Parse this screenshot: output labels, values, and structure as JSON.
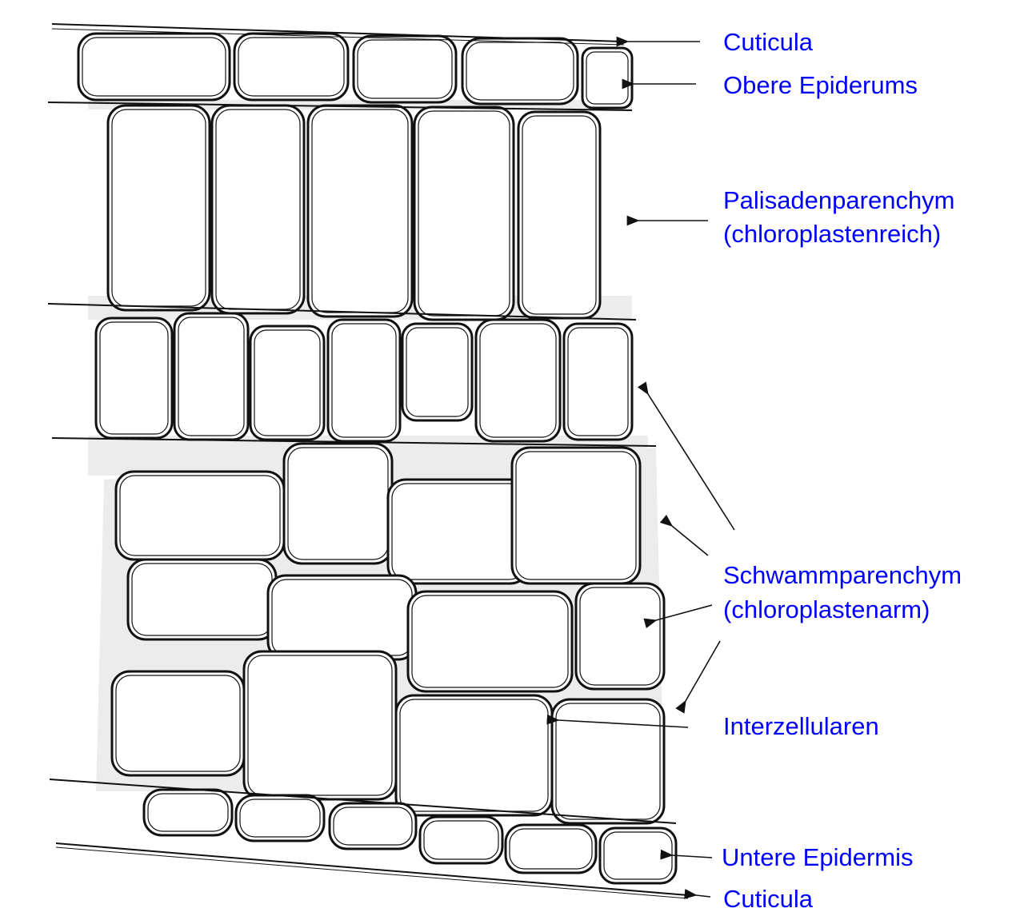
{
  "title": "Leaf cross-section",
  "labels": {
    "cuticula_top": "Cuticula",
    "upper_epidermis": "Obere Epiderums",
    "palisade_1": "Palisadenparenchym",
    "palisade_2": "(chloroplastenreich)",
    "spongy_1": "Schwammparenchym",
    "spongy_2": "(chloroplastenarm)",
    "intercellular": "Interzellularen",
    "lower_epidermis": "Untere Epidermis",
    "cuticula_bottom": "Cuticula"
  },
  "colors": {
    "label": "#0000ff",
    "line": "#111111"
  }
}
